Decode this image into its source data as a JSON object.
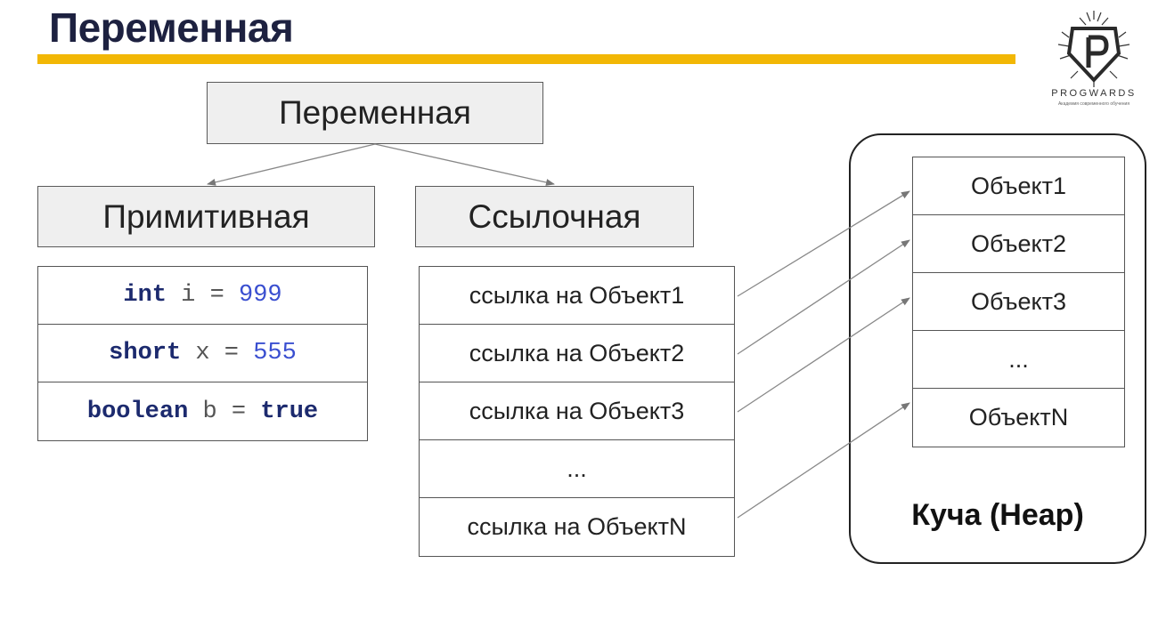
{
  "title": "Переменная",
  "logo": {
    "name": "PROGWARDS",
    "tagline": "Академия современного обучения"
  },
  "tree": {
    "root": "Переменная",
    "primitive": "Примитивная",
    "reference": "Ссылочная"
  },
  "primitive_rows": [
    {
      "type": "int",
      "var": " i = ",
      "value": "999",
      "value_style": "num"
    },
    {
      "type": "short",
      "var": " x = ",
      "value": "555",
      "value_style": "num"
    },
    {
      "type": "boolean",
      "var": " b = ",
      "value": "true",
      "value_style": "kw"
    }
  ],
  "reference_rows": [
    "ссылка на Объект1",
    "ссылка на Объект2",
    "ссылка на Объект3",
    "...",
    "ссылка на ОбъектN"
  ],
  "heap_rows": [
    "Объект1",
    "Объект2",
    "Объект3",
    "...",
    "ОбъектN"
  ],
  "heap_label": "Куча (Heap)",
  "colors": {
    "accent": "#f2b705",
    "title": "#1d2140",
    "keyword": "#1c2a6e",
    "number": "#3a4fd0"
  }
}
